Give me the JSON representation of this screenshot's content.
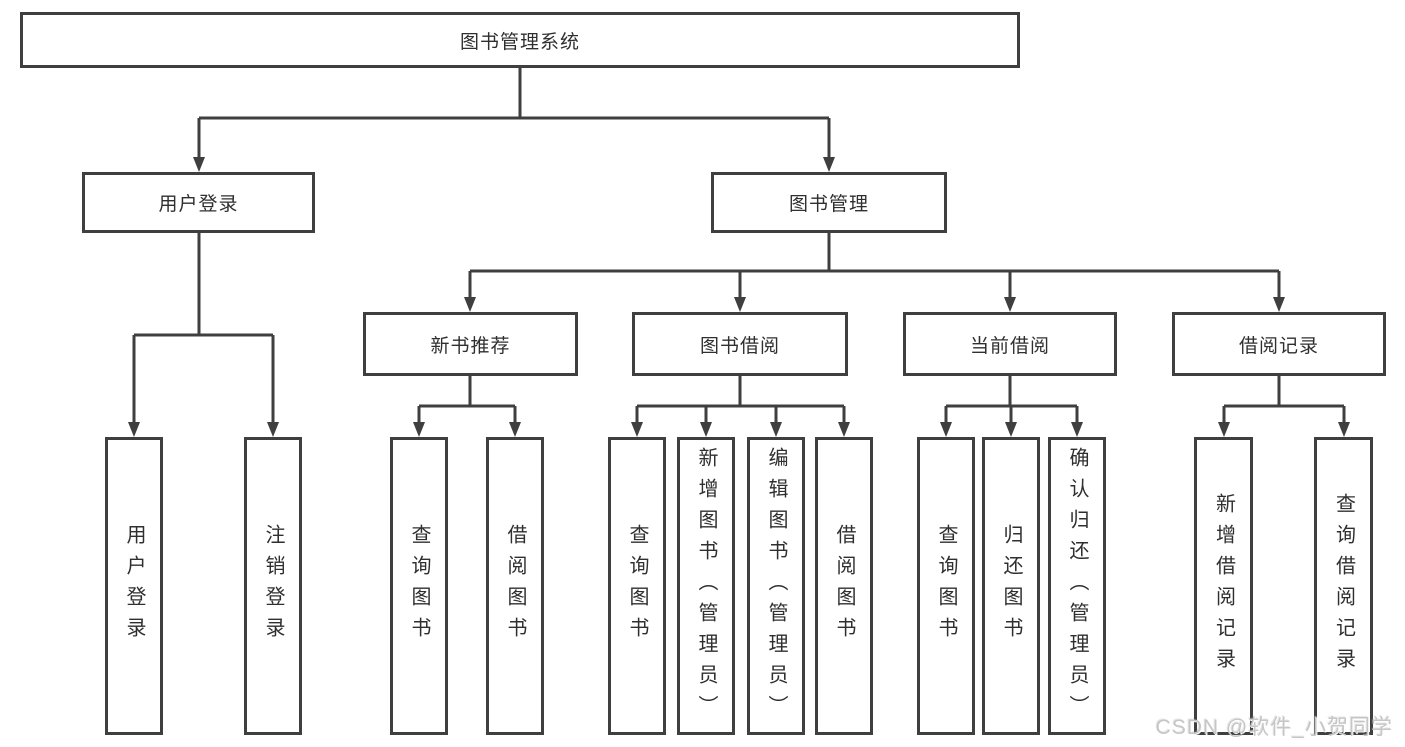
{
  "colors": {
    "line": "#3f3f3f",
    "text": "#2f2f2f",
    "watermark": "#c6c6c6"
  },
  "watermark": {
    "text": "CSDN @软件_小贺同学"
  },
  "tree": {
    "label": "图书管理系统",
    "children": [
      {
        "label": "用户登录",
        "children": [
          {
            "label": "用户登录"
          },
          {
            "label": "注销登录"
          }
        ]
      },
      {
        "label": "图书管理",
        "children": [
          {
            "label": "新书推荐",
            "children": [
              {
                "label": "查询图书"
              },
              {
                "label": "借阅图书"
              }
            ]
          },
          {
            "label": "图书借阅",
            "children": [
              {
                "label": "查询图书"
              },
              {
                "label": "新增图书（管理员）"
              },
              {
                "label": "编辑图书（管理员）"
              },
              {
                "label": "借阅图书"
              }
            ]
          },
          {
            "label": "当前借阅",
            "children": [
              {
                "label": "查询图书"
              },
              {
                "label": "归还图书"
              },
              {
                "label": "确认归还（管理员）"
              }
            ]
          },
          {
            "label": "借阅记录",
            "children": [
              {
                "label": "新增借阅记录"
              },
              {
                "label": "查询借阅记录"
              }
            ]
          }
        ]
      }
    ]
  }
}
